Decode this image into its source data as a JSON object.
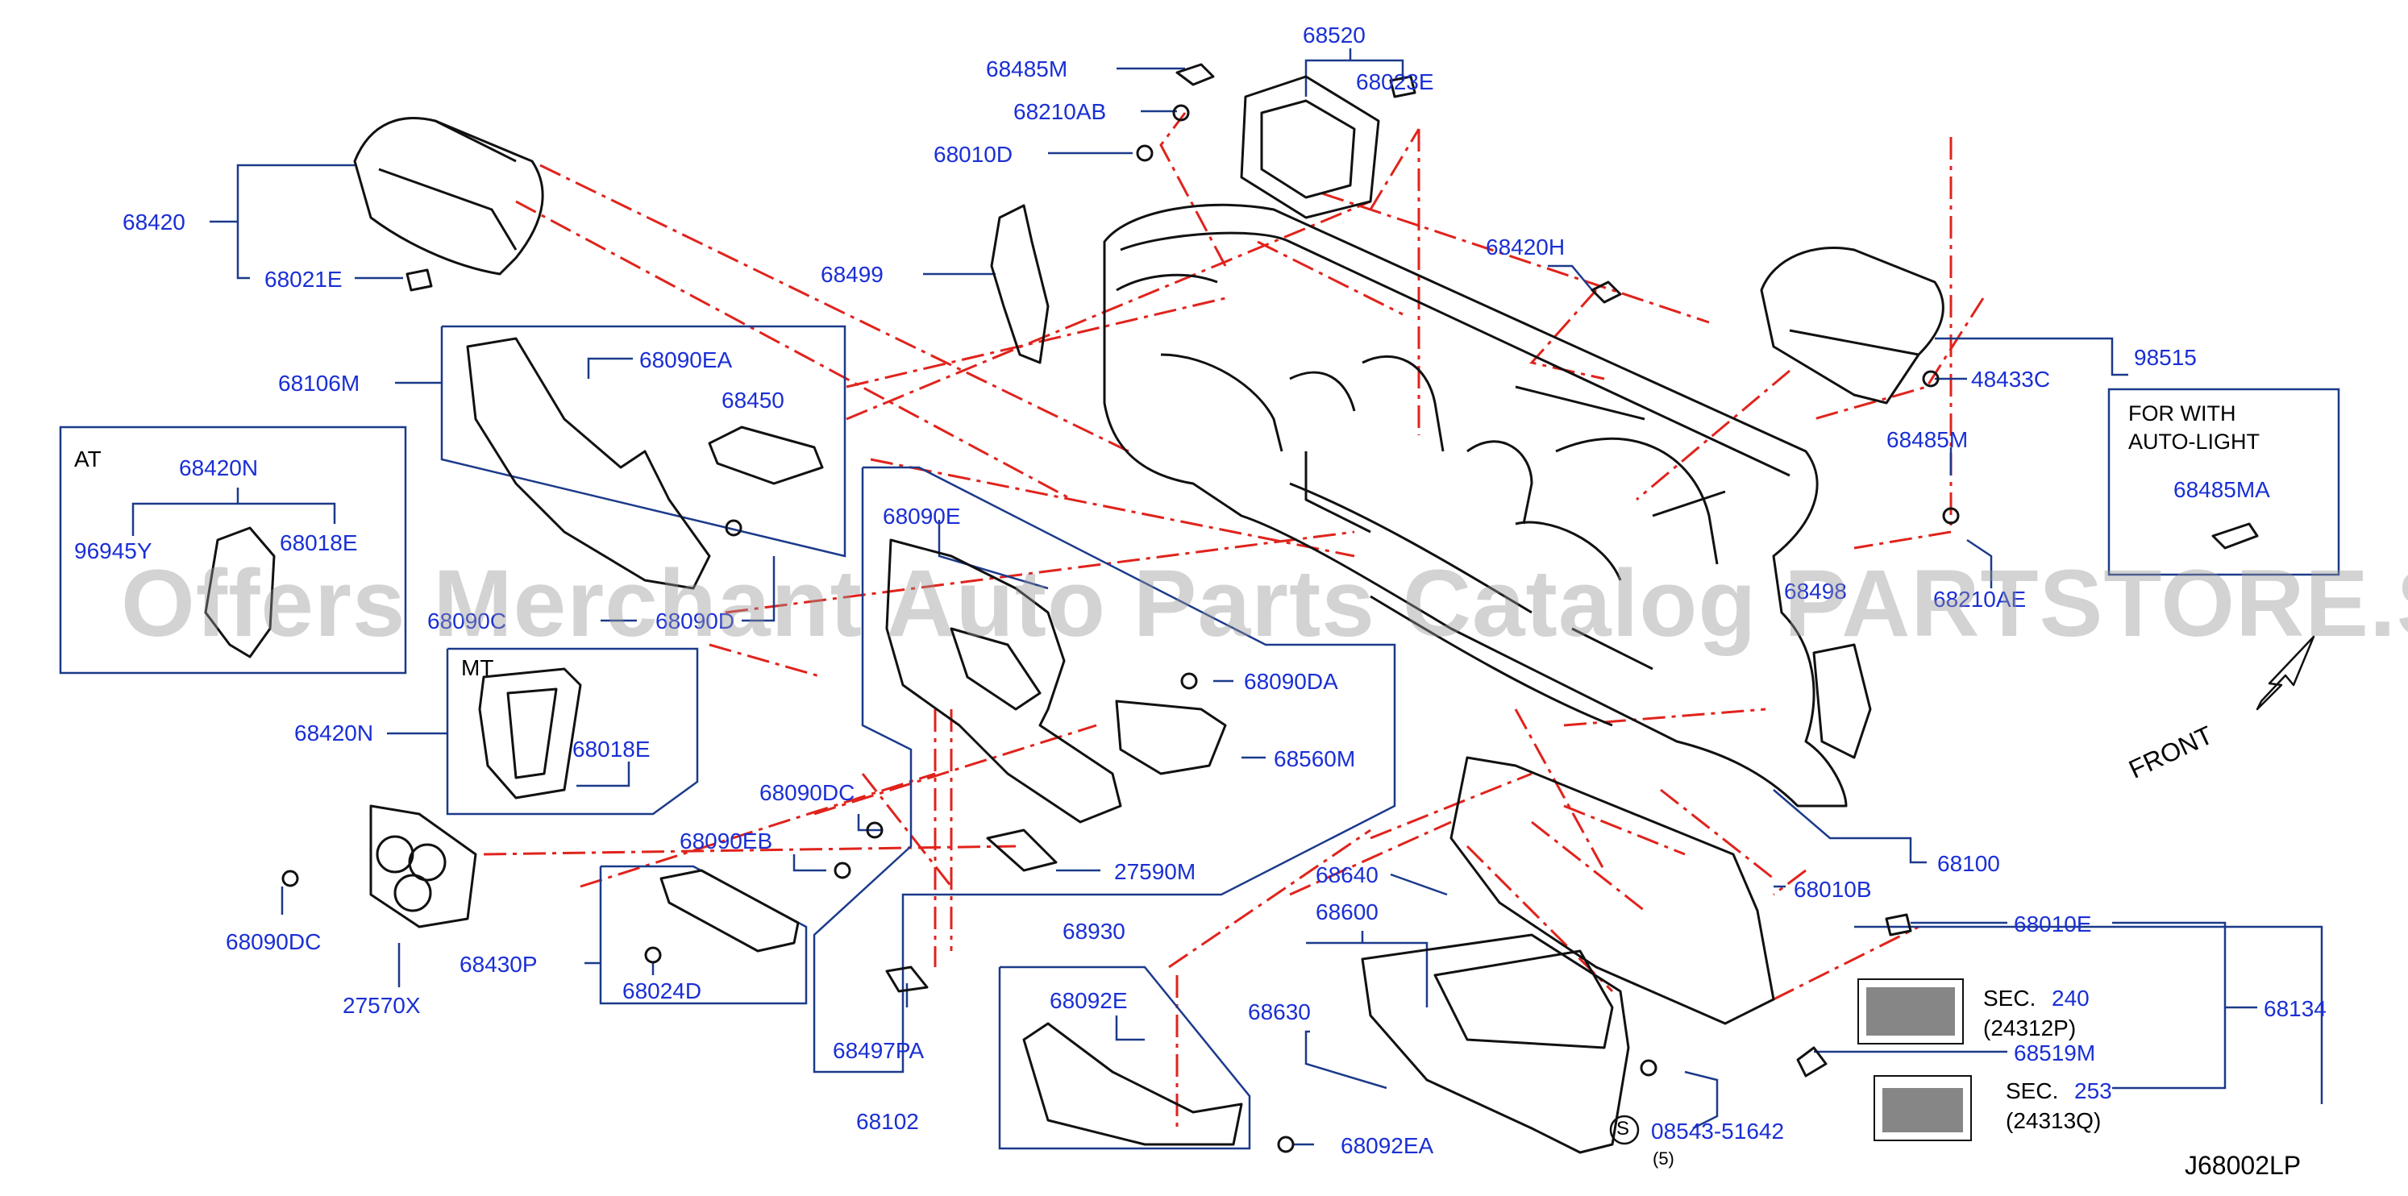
{
  "diagram_code": "J68002LP",
  "watermark": "Offers Merchant Auto Parts Catalog PARTSTORE.SA",
  "front_label": "FRONT",
  "boxes": {
    "at": "AT",
    "mt": "MT",
    "auto_light_line1": "FOR   WITH",
    "auto_light_line2": "AUTO-LIGHT"
  },
  "sections": [
    {
      "prefix": "SEC.",
      "number": "240",
      "ref": "(24312P)"
    },
    {
      "prefix": "SEC.",
      "number": "253",
      "ref": "(24313Q)"
    }
  ],
  "bolt_note": {
    "symbol": "S",
    "part": "08543-51642",
    "qty": "(5)"
  },
  "parts": {
    "p68520": "68520",
    "p68485M_top": "68485M",
    "p68023E": "68023E",
    "p68210AB": "68210AB",
    "p68010D": "68010D",
    "p68420": "68420",
    "p68021E": "68021E",
    "p68499": "68499",
    "p68420H": "68420H",
    "p98515": "98515",
    "p48433C": "48433C",
    "p68106M": "68106M",
    "p68090EA": "68090EA",
    "p68450": "68450",
    "p68485M_right": "68485M",
    "p68485MA": "68485MA",
    "p68420N_at": "68420N",
    "p96945Y": "96945Y",
    "p68018E_at": "68018E",
    "p68090E": "68090E",
    "p68090C": "68090C",
    "p68090D": "68090D",
    "p68498": "68498",
    "p68210AE": "68210AE",
    "p68090DA": "68090DA",
    "p68420N_mt": "68420N",
    "p68018E_mt": "68018E",
    "p68560M": "68560M",
    "p68090DC_a": "68090DC",
    "p68090EB": "68090EB",
    "p27590M": "27590M",
    "p68100": "68100",
    "p68640": "68640",
    "p68010B": "68010B",
    "p68090DC_b": "68090DC",
    "p68430P": "68430P",
    "p68024D": "68024D",
    "p68600": "68600",
    "p68010E": "68010E",
    "p27570X": "27570X",
    "p68930": "68930",
    "p68134": "68134",
    "p68630": "68630",
    "p68092E": "68092E",
    "p68497PA": "68497PA",
    "p68519M": "68519M",
    "p68102": "68102",
    "p68092EA": "68092EA"
  }
}
